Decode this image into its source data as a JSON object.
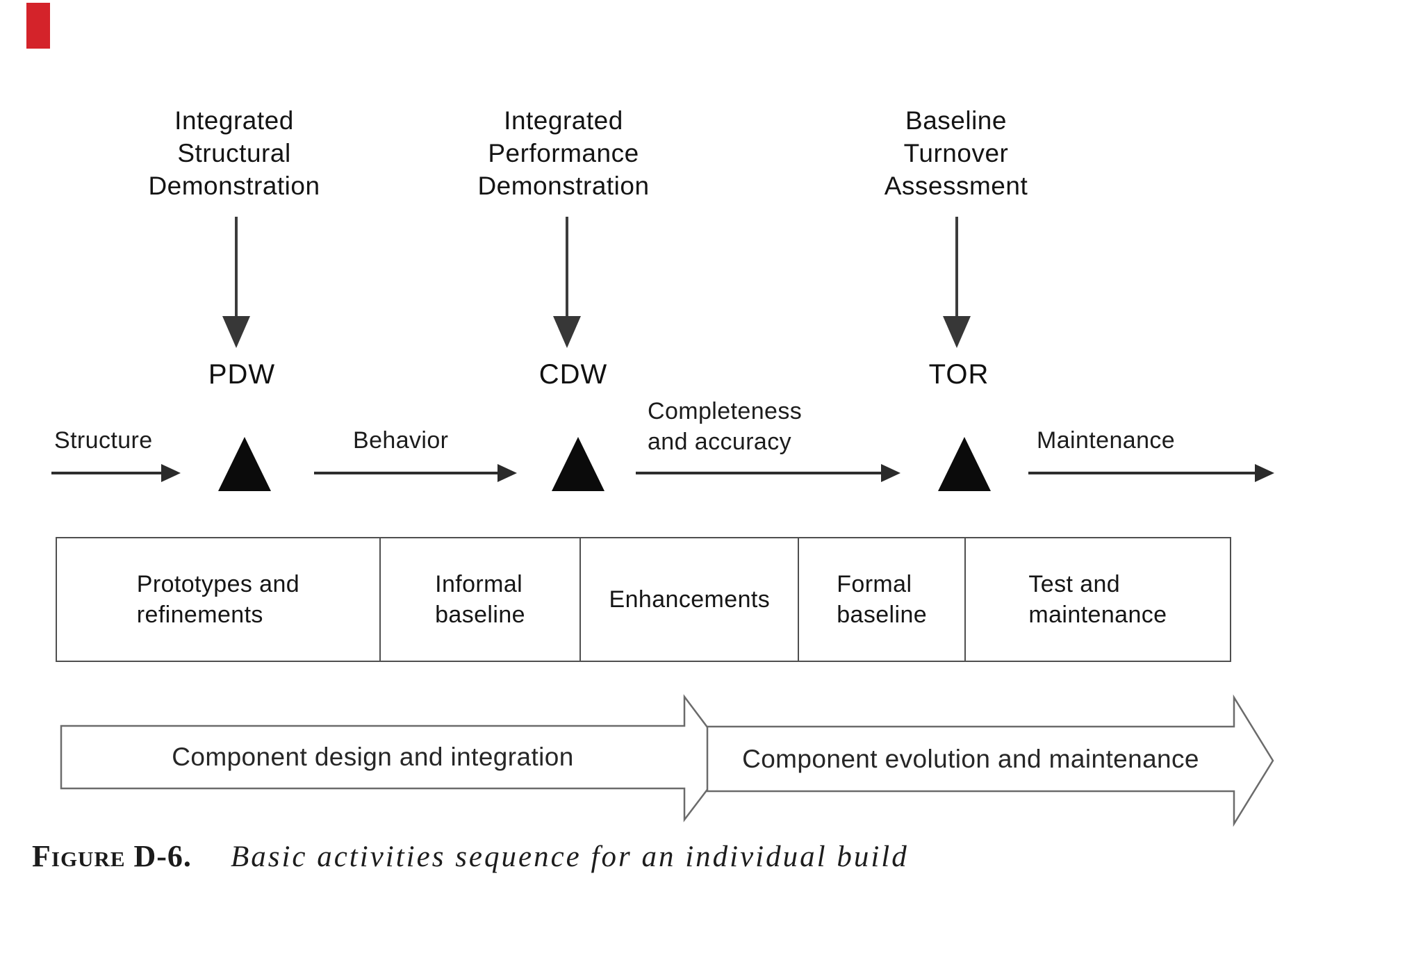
{
  "artifact": {
    "color": "#d4232a"
  },
  "annotations": [
    {
      "text": "Integrated\nStructural\nDemonstration",
      "acronym": "PDW"
    },
    {
      "text": "Integrated\nPerformance\nDemonstration",
      "acronym": "CDW"
    },
    {
      "text": "Baseline\nTurnover\nAssessment",
      "acronym": "TOR"
    }
  ],
  "flows": [
    {
      "label": "Structure"
    },
    {
      "label": "Behavior"
    },
    {
      "label": "Completeness\nand accuracy"
    },
    {
      "label": "Maintenance"
    }
  ],
  "phases": [
    {
      "label": "Prototypes and\nrefinements"
    },
    {
      "label": "Informal\nbaseline"
    },
    {
      "label": "Enhancements"
    },
    {
      "label": "Formal\nbaseline"
    },
    {
      "label": "Test and\nmaintenance"
    }
  ],
  "process_arrows": [
    {
      "label": "Component design and integration"
    },
    {
      "label": "Component evolution and maintenance"
    }
  ],
  "caption": {
    "label": "Figure D-6.",
    "text": "Basic activities sequence for an individual build"
  }
}
